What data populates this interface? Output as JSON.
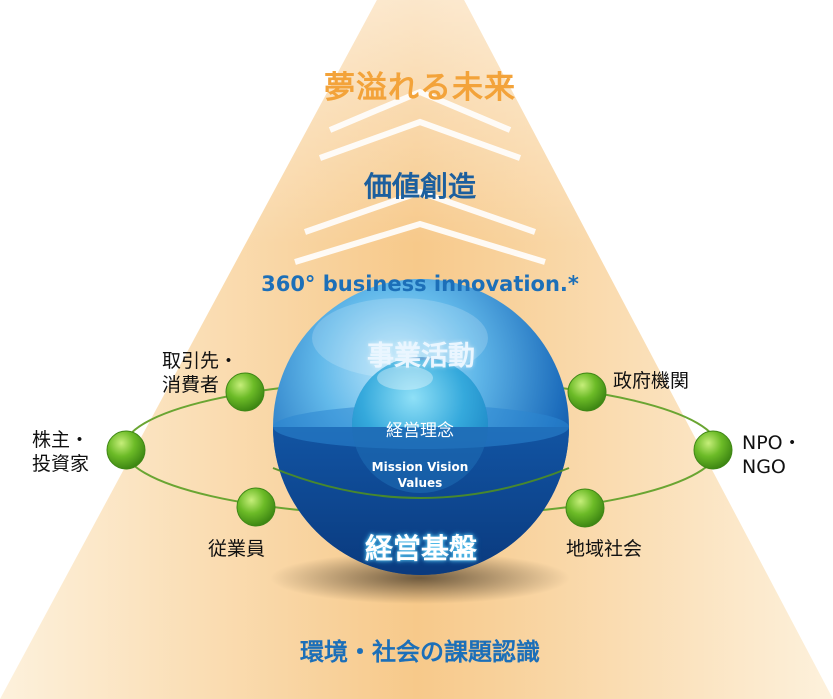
{
  "diagram": {
    "future_label": "夢溢れる未来",
    "value_creation_label": "価値創造",
    "tagline": "360° business innovation.*",
    "business_activities_label": "事業活動",
    "management_philosophy_label": "経営理念",
    "mission_vision_values_line1": "Mission  Vision",
    "mission_vision_values_line2": "Values",
    "management_foundation_label": "経営基盤",
    "social_issues_label": "環境・社会の課題認識",
    "stakeholders": {
      "business_partners_line1": "取引先・",
      "business_partners_line2": "消費者",
      "shareholders_line1": "株主・",
      "shareholders_line2": "投資家",
      "employees": "従業員",
      "government": "政府機関",
      "npo_line1": "NPO・",
      "npo_line2": "NGO",
      "community": "地域社会"
    }
  },
  "colors": {
    "road_light": "#fdf1dc",
    "road_orange": "#f7c98a",
    "future_text": "#f3a33a",
    "value_text": "#1c5f9e",
    "accent_blue": "#1c6fb8",
    "sphere_dark": "#0b3f8a",
    "sphere_light": "#6cc4f0",
    "node_green": "#5aa81c",
    "orbit_green": "#6aa532"
  }
}
